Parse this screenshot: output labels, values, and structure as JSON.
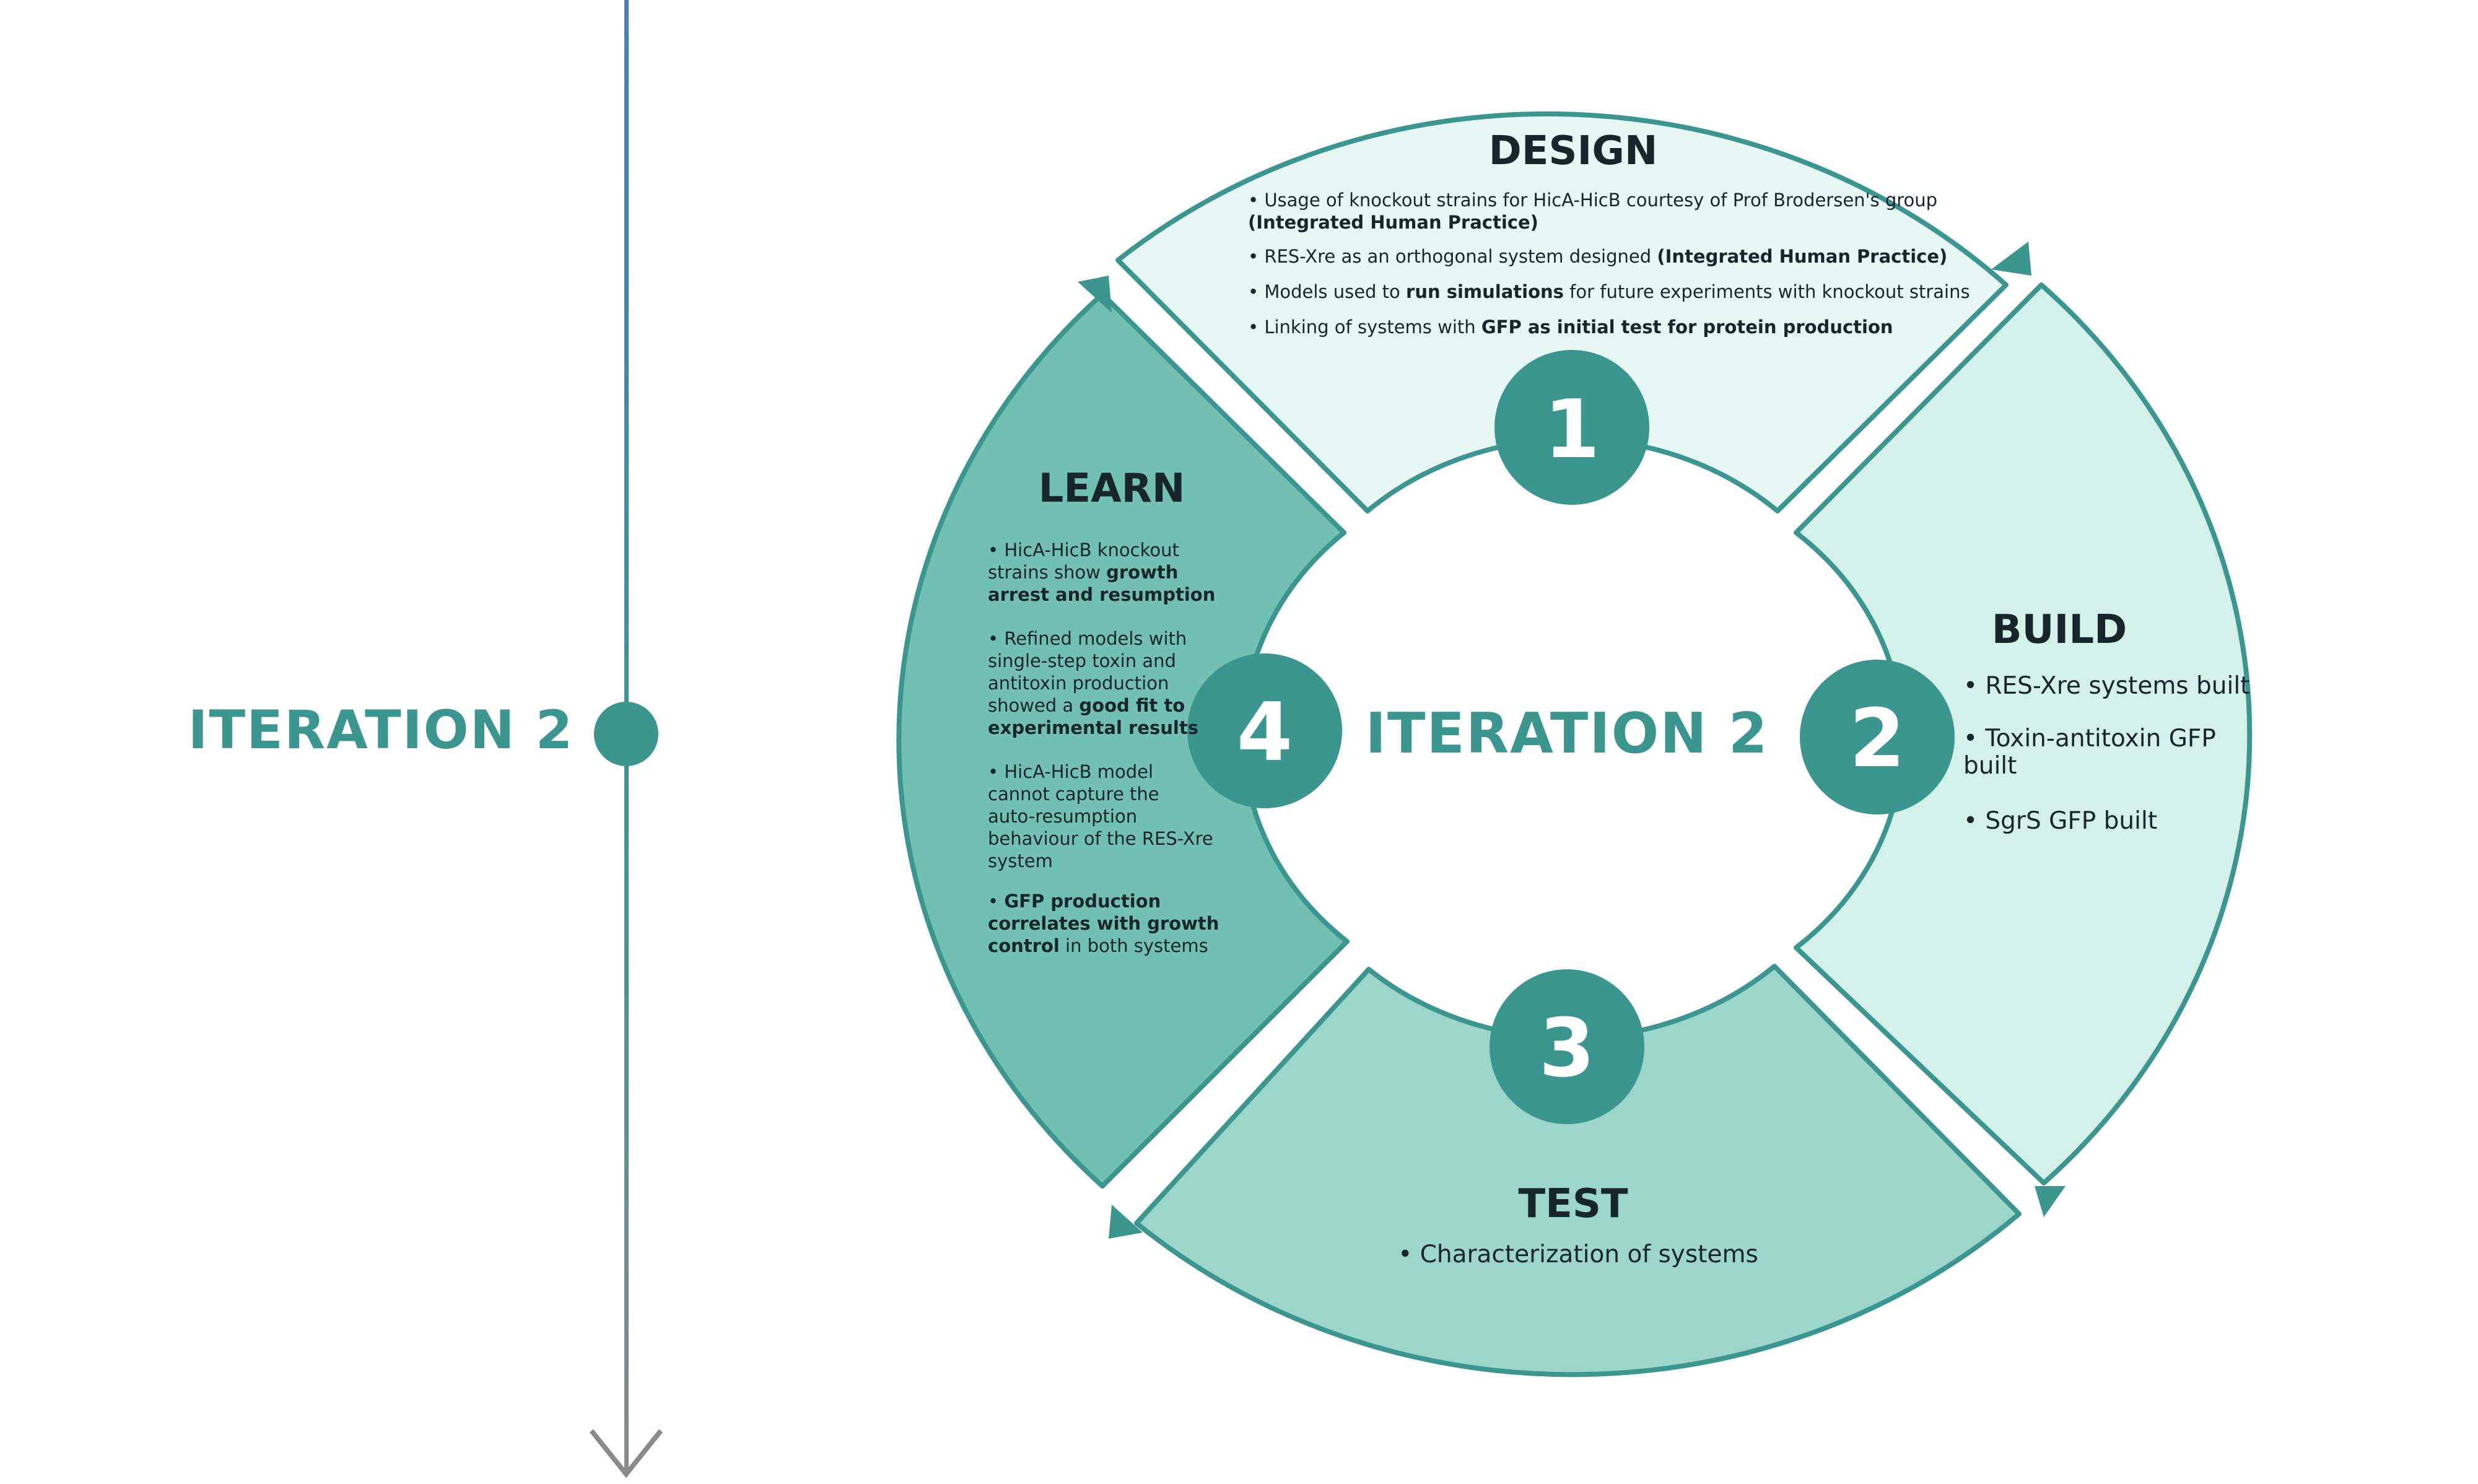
{
  "timeline": {
    "label": "ITERATION 2"
  },
  "center_label": "ITERATION 2",
  "colors": {
    "accent": "#3a968f",
    "design_fill": "#e7f7f3",
    "build_fill": "#d3f0e9",
    "test_fill": "#9cd5c9",
    "learn_fill": "#72c0b1",
    "timeline_top": "#4a7fb5",
    "timeline_bottom": "#8a8a8a"
  },
  "sections": {
    "design": {
      "number": "1",
      "title": "DESIGN",
      "bullets": [
        [
          "• Usage of knockout strains for HicA-HicB courtesy of Prof Brodersen's group",
          "(Integrated Human Practice)"
        ],
        [
          "• RES-Xre as an orthogonal system designed ",
          "(Integrated Human Practice)"
        ],
        [
          "• Models used to ",
          "run simulations",
          " for future experiments with knockout strains"
        ],
        [
          "• Linking of systems with ",
          "GFP as initial test for protein production"
        ]
      ]
    },
    "build": {
      "number": "2",
      "title": "BUILD",
      "bullets": [
        [
          "• RES-Xre systems built"
        ],
        [
          "• Toxin-antitoxin GFP",
          "built"
        ],
        [
          "• SgrS GFP built"
        ]
      ]
    },
    "test": {
      "number": "3",
      "title": "TEST",
      "bullets": [
        [
          "• Characterization of systems"
        ]
      ]
    },
    "learn": {
      "number": "4",
      "title": "LEARN",
      "bullets": [
        [
          "• HicA-HicB knockout",
          "strains show ",
          "growth",
          "arrest and resumption"
        ],
        [
          "• Refined models with",
          "single-step toxin and",
          "antitoxin production",
          "showed a ",
          "good fit to",
          "experimental results"
        ],
        [
          "• HicA-HicB model",
          "cannot capture the",
          "auto-resumption",
          "behaviour of the RES-Xre",
          "system"
        ],
        [
          "• ",
          "GFP production",
          "correlates with growth",
          "control",
          " in both systems"
        ]
      ]
    }
  }
}
